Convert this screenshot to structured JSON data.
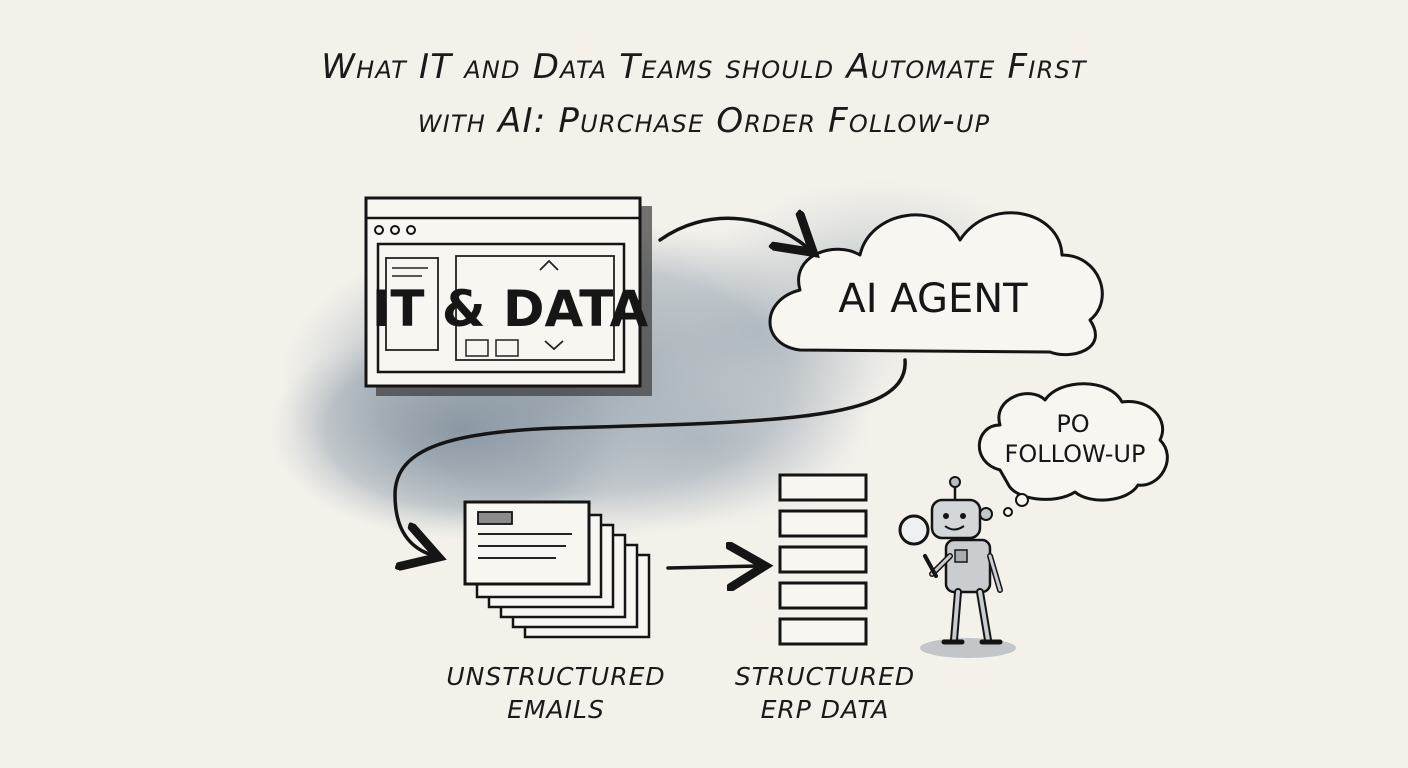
{
  "title": {
    "line1": "What IT and Data Teams should Automate First",
    "line2": "with AI: Purchase Order Follow-up"
  },
  "nodes": {
    "it_data": "IT & DATA",
    "ai_agent": "AI AGENT",
    "thought_line1": "PO",
    "thought_line2": "FOLLOW-UP"
  },
  "captions": {
    "emails_line1": "UNSTRUCTURED",
    "emails_line2": "EMAILS",
    "erp_line1": "STRUCTURED",
    "erp_line2": "ERP DATA"
  }
}
